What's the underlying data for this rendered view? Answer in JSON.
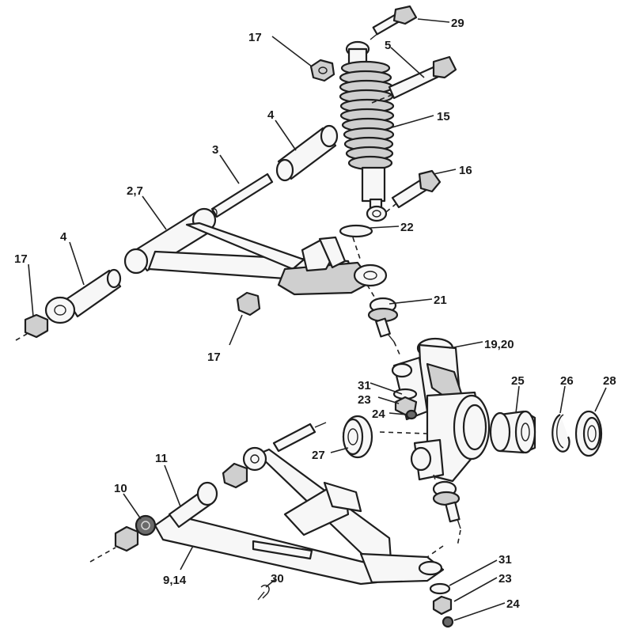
{
  "callouts": {
    "c29": "29",
    "c17_top": "17",
    "c5": "5",
    "c15": "15",
    "c4_top": "4",
    "c16": "16",
    "c3": "3",
    "c2_7": "2,7",
    "c22": "22",
    "c4_left": "4",
    "c17_left": "17",
    "c21": "21",
    "c17_mid": "17",
    "c19_20": "19,20",
    "c31_top": "31",
    "c23_top": "23",
    "c25": "25",
    "c26": "26",
    "c28": "28",
    "c24_top": "24",
    "c27": "27",
    "c11": "11",
    "c10": "10",
    "c9_14": "9,14",
    "c30": "30",
    "c31_bot": "31",
    "c23_bot": "23",
    "c24_bot": "24"
  }
}
